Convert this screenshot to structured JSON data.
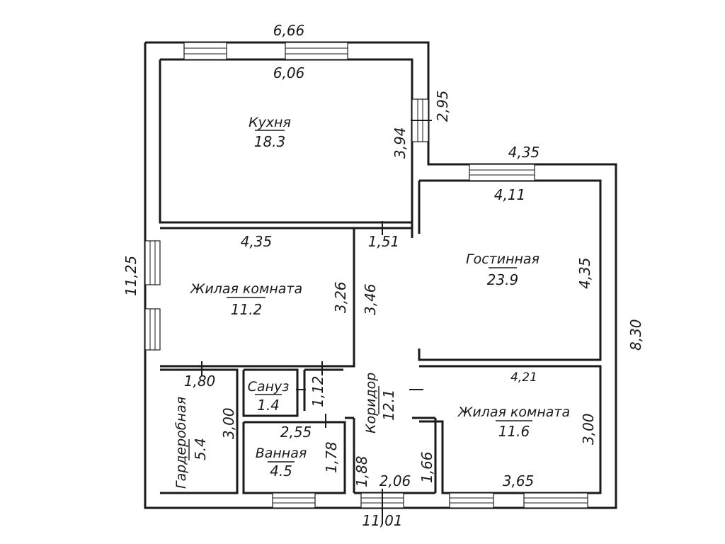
{
  "rooms": {
    "kitchen": {
      "name": "Кухня",
      "area": "18.3"
    },
    "living_room": {
      "name": "Гостинная",
      "area": "23.9"
    },
    "bedroom_west": {
      "name": "Жилая комната",
      "area": "11.2"
    },
    "bedroom_south": {
      "name": "Жилая комната",
      "area": "11.6"
    },
    "wardrobe": {
      "name": "Гардеробная",
      "area": "5.4"
    },
    "toilet": {
      "name": "Сануз",
      "area": "1.4"
    },
    "bathroom": {
      "name": "Ванная",
      "area": "4.5"
    },
    "corridor": {
      "name": "Коридор",
      "area": "12.1"
    }
  },
  "dimensions": {
    "kitchen_outer_width": "6,66",
    "kitchen_inner_width": "6,06",
    "kitchen_east_outer": "2,95",
    "kitchen_east_inner": "3,94",
    "living_outer_width": "4,35",
    "living_inner_width": "4,11",
    "living_height": "4,35",
    "overall_height_east": "8,30",
    "overall_height_west": "11,25",
    "bedroom_west_width": "4,35",
    "bedroom_west_height": "3,26",
    "passage_width": "1,51",
    "corridor_length": "3,46",
    "wardrobe_width": "1,80",
    "wardrobe_height": "3,00",
    "toilet_width": "1,12",
    "bathroom_width": "2,55",
    "bathroom_height": "1,78",
    "corridor_west": "1,88",
    "corridor_bottom": "2,06",
    "corridor_east": "1,66",
    "bedroom_south_width_top": "4,21",
    "bedroom_south_height": "3,00",
    "bedroom_south_width_bottom": "3,65",
    "overall_width": "11,01"
  }
}
